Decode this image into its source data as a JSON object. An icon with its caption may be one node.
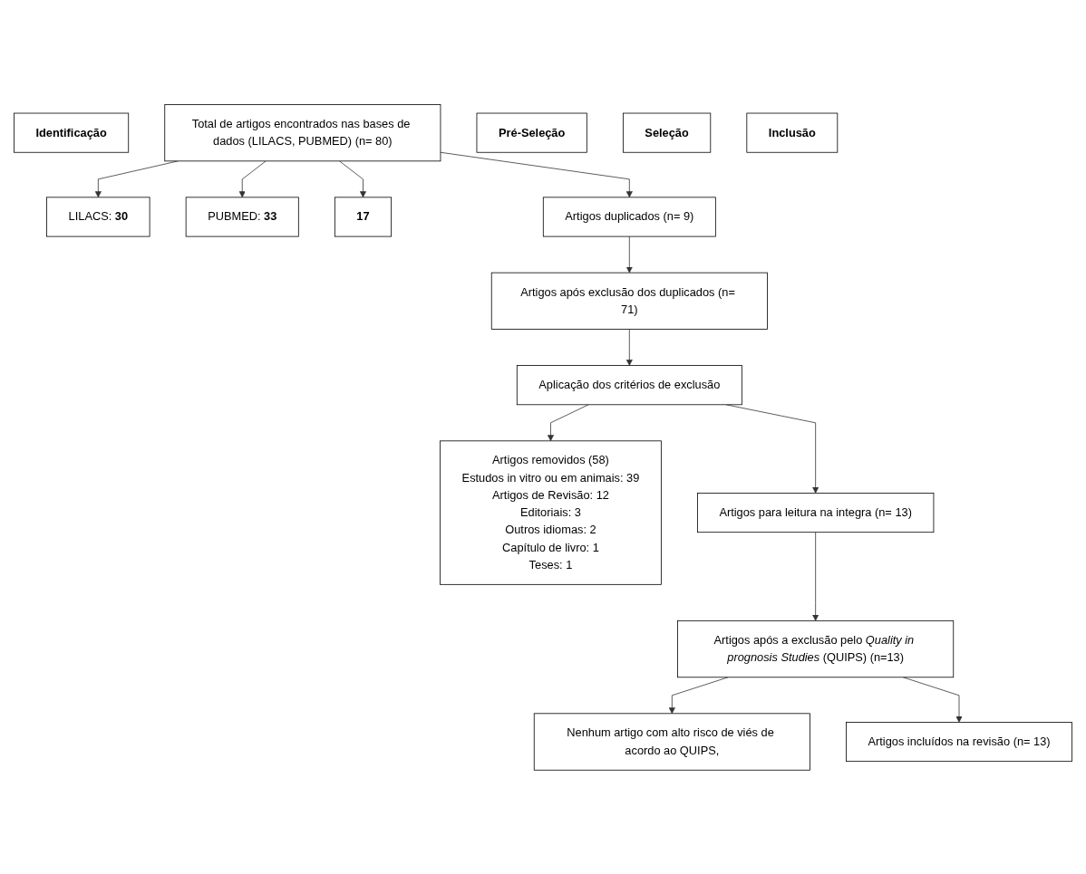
{
  "diagram": {
    "nodes": [
      {
        "text": [
          "Identificação"
        ]
      },
      {
        "text": [
          "Total de artigos encontrados nas bases de dados (LILACS, PUBMED) (n= 80)"
        ]
      },
      {
        "text": [
          "LILACS: **30**"
        ]
      },
      {
        "text": [
          "PUBMED: **33**"
        ]
      },
      {
        "text": [
          "**17**"
        ]
      },
      {
        "text": [
          "Pré-Seleção"
        ]
      },
      {
        "text": [
          "Artigos duplicados (n= 9)"
        ]
      },
      {
        "text": [
          "Artigos após exclusão dos duplicados (n= 71)"
        ]
      },
      {
        "text": [
          "Aplicação dos critérios de exclusão"
        ]
      },
      {
        "text": [
          "Artigos removidos (58)",
          "Estudos in vitro ou em animais: 39",
          "Artigos de Revisão: 12",
          "Editoriais: 3",
          "Outros idiomas: 2",
          "Capítulo de livro: 1",
          "Teses: 1"
        ]
      },
      {
        "text": [
          "Seleção"
        ]
      },
      {
        "text": [
          "Artigos para leitura na integra (n= 13)"
        ]
      },
      {
        "text": [
          "Artigos após a exclusão pelo *Quality in prognosis Studies* (QUIPS) (n=13)"
        ]
      },
      {
        "text": [
          "Nenhum artigo com alto risco de viés de acordo ao QUIPS,"
        ]
      },
      {
        "text": [
          "Inclusão"
        ]
      },
      {
        "text": [
          "Artigos incluídos na revisão (n= 13)"
        ]
      }
    ],
    "edges": [
      {
        "from": 1,
        "to": 2,
        "arrow": "to"
      },
      {
        "from": 1,
        "to": 3,
        "arrow": "to"
      },
      {
        "from": 1,
        "to": 4,
        "arrow": "to"
      },
      {
        "from": 1,
        "to": 6,
        "arrow": "to"
      },
      {
        "from": 6,
        "to": 7,
        "arrow": "to"
      },
      {
        "from": 7,
        "to": 8,
        "arrow": "to"
      },
      {
        "from": 8,
        "to": 9,
        "arrow": "to"
      },
      {
        "from": 8,
        "to": 11,
        "arrow": "to"
      },
      {
        "from": 11,
        "to": 12,
        "arrow": "to"
      },
      {
        "from": 12,
        "to": 13,
        "arrow": "to"
      },
      {
        "from": 12,
        "to": 15,
        "arrow": "to"
      }
    ]
  }
}
